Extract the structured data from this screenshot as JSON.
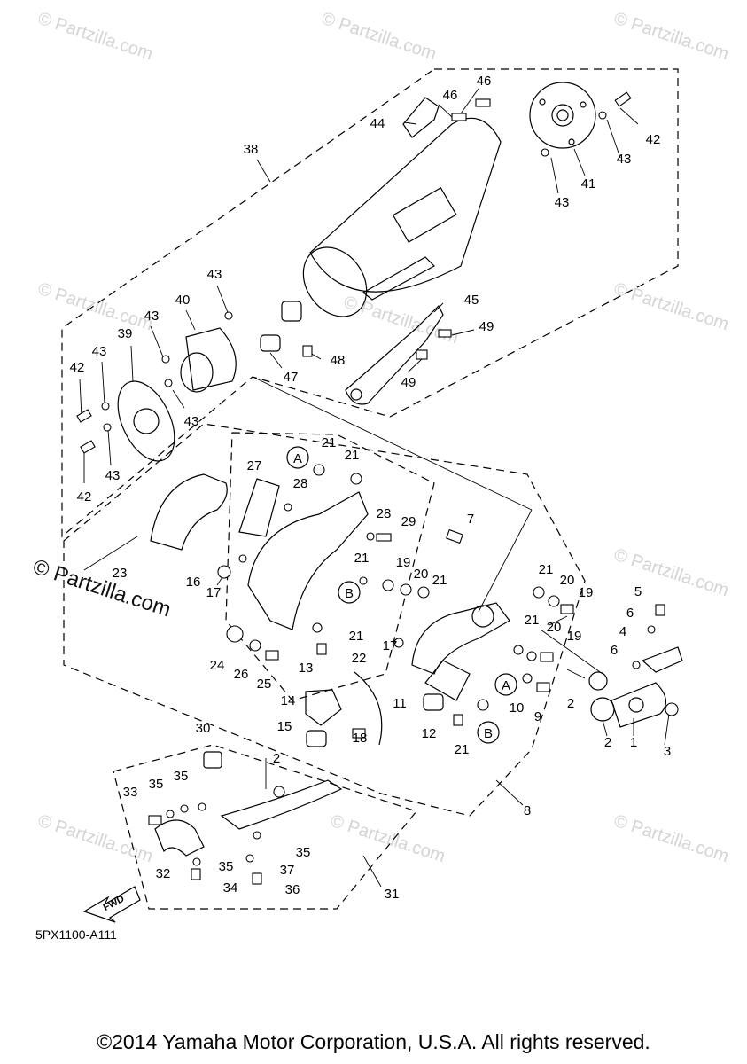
{
  "watermark_text": "© Partzilla.com",
  "diagram_code": "5PX1100-A111",
  "fwd_label": "FWD",
  "copyright": "©2014 Yamaha Motor Corporation, U.S.A. All rights reserved.",
  "callouts": {
    "c1": "1",
    "c2a": "2",
    "c2b": "2",
    "c2c": "2",
    "c3": "3",
    "c4": "4",
    "c5": "5",
    "c6a": "6",
    "c6b": "6",
    "c7": "7",
    "c8": "8",
    "c9": "9",
    "c10": "10",
    "c11": "11",
    "c12": "12",
    "c13": "13",
    "c14": "14",
    "c15": "15",
    "c16": "16",
    "c17a": "17",
    "c17b": "17",
    "c18": "18",
    "c19a": "19",
    "c19b": "19",
    "c19c": "19",
    "c20a": "20",
    "c20b": "20",
    "c20c": "20",
    "c21a": "21",
    "c21b": "21",
    "c21c": "21",
    "c21d": "21",
    "c21e": "21",
    "c21f": "21",
    "c21g": "21",
    "c21h": "21",
    "c22": "22",
    "c23": "23",
    "c24": "24",
    "c25": "25",
    "c26": "26",
    "c27": "27",
    "c28a": "28",
    "c28b": "28",
    "c29": "29",
    "c30": "30",
    "c31": "31",
    "c32": "32",
    "c33": "33",
    "c34": "34",
    "c35a": "35",
    "c35b": "35",
    "c35c": "35",
    "c35d": "35",
    "c36": "36",
    "c37": "37",
    "c38": "38",
    "c39": "39",
    "c40": "40",
    "c41": "41",
    "c42a": "42",
    "c42b": "42",
    "c42c": "42",
    "c43a": "43",
    "c43b": "43",
    "c43c": "43",
    "c43d": "43",
    "c43e": "43",
    "c43f": "43",
    "c43g": "43",
    "c44": "44",
    "c45": "45",
    "c46a": "46",
    "c46b": "46",
    "c47": "47",
    "c48": "48",
    "c49a": "49",
    "c49b": "49"
  },
  "ref_markers": {
    "a1": "A",
    "a2": "A",
    "b1": "B",
    "b2": "B"
  }
}
